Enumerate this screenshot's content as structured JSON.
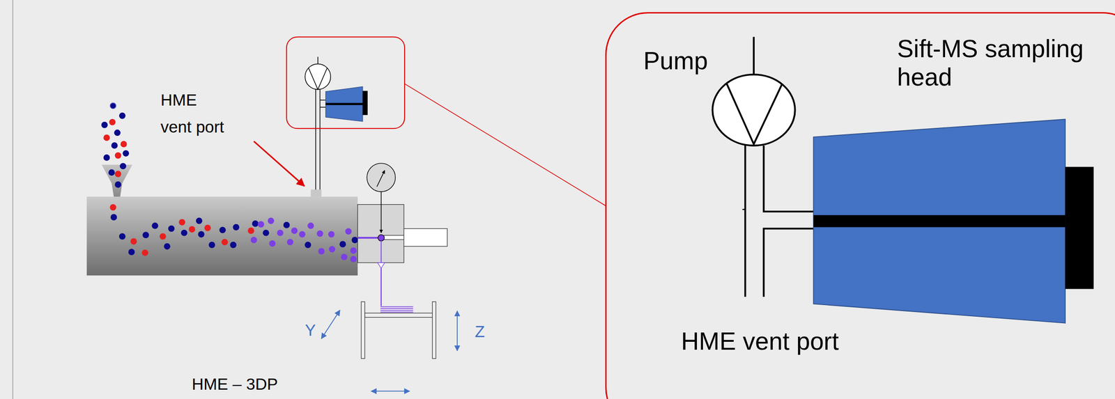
{
  "diagram": {
    "nodes": [
      {
        "text": [
          "Pump",
          "Sift-MS sampling head",
          "HME vent port"
        ]
      }
    ],
    "labels": [
      "HME vent port",
      "Y",
      "Z",
      "HME – 3DP"
    ]
  }
}
